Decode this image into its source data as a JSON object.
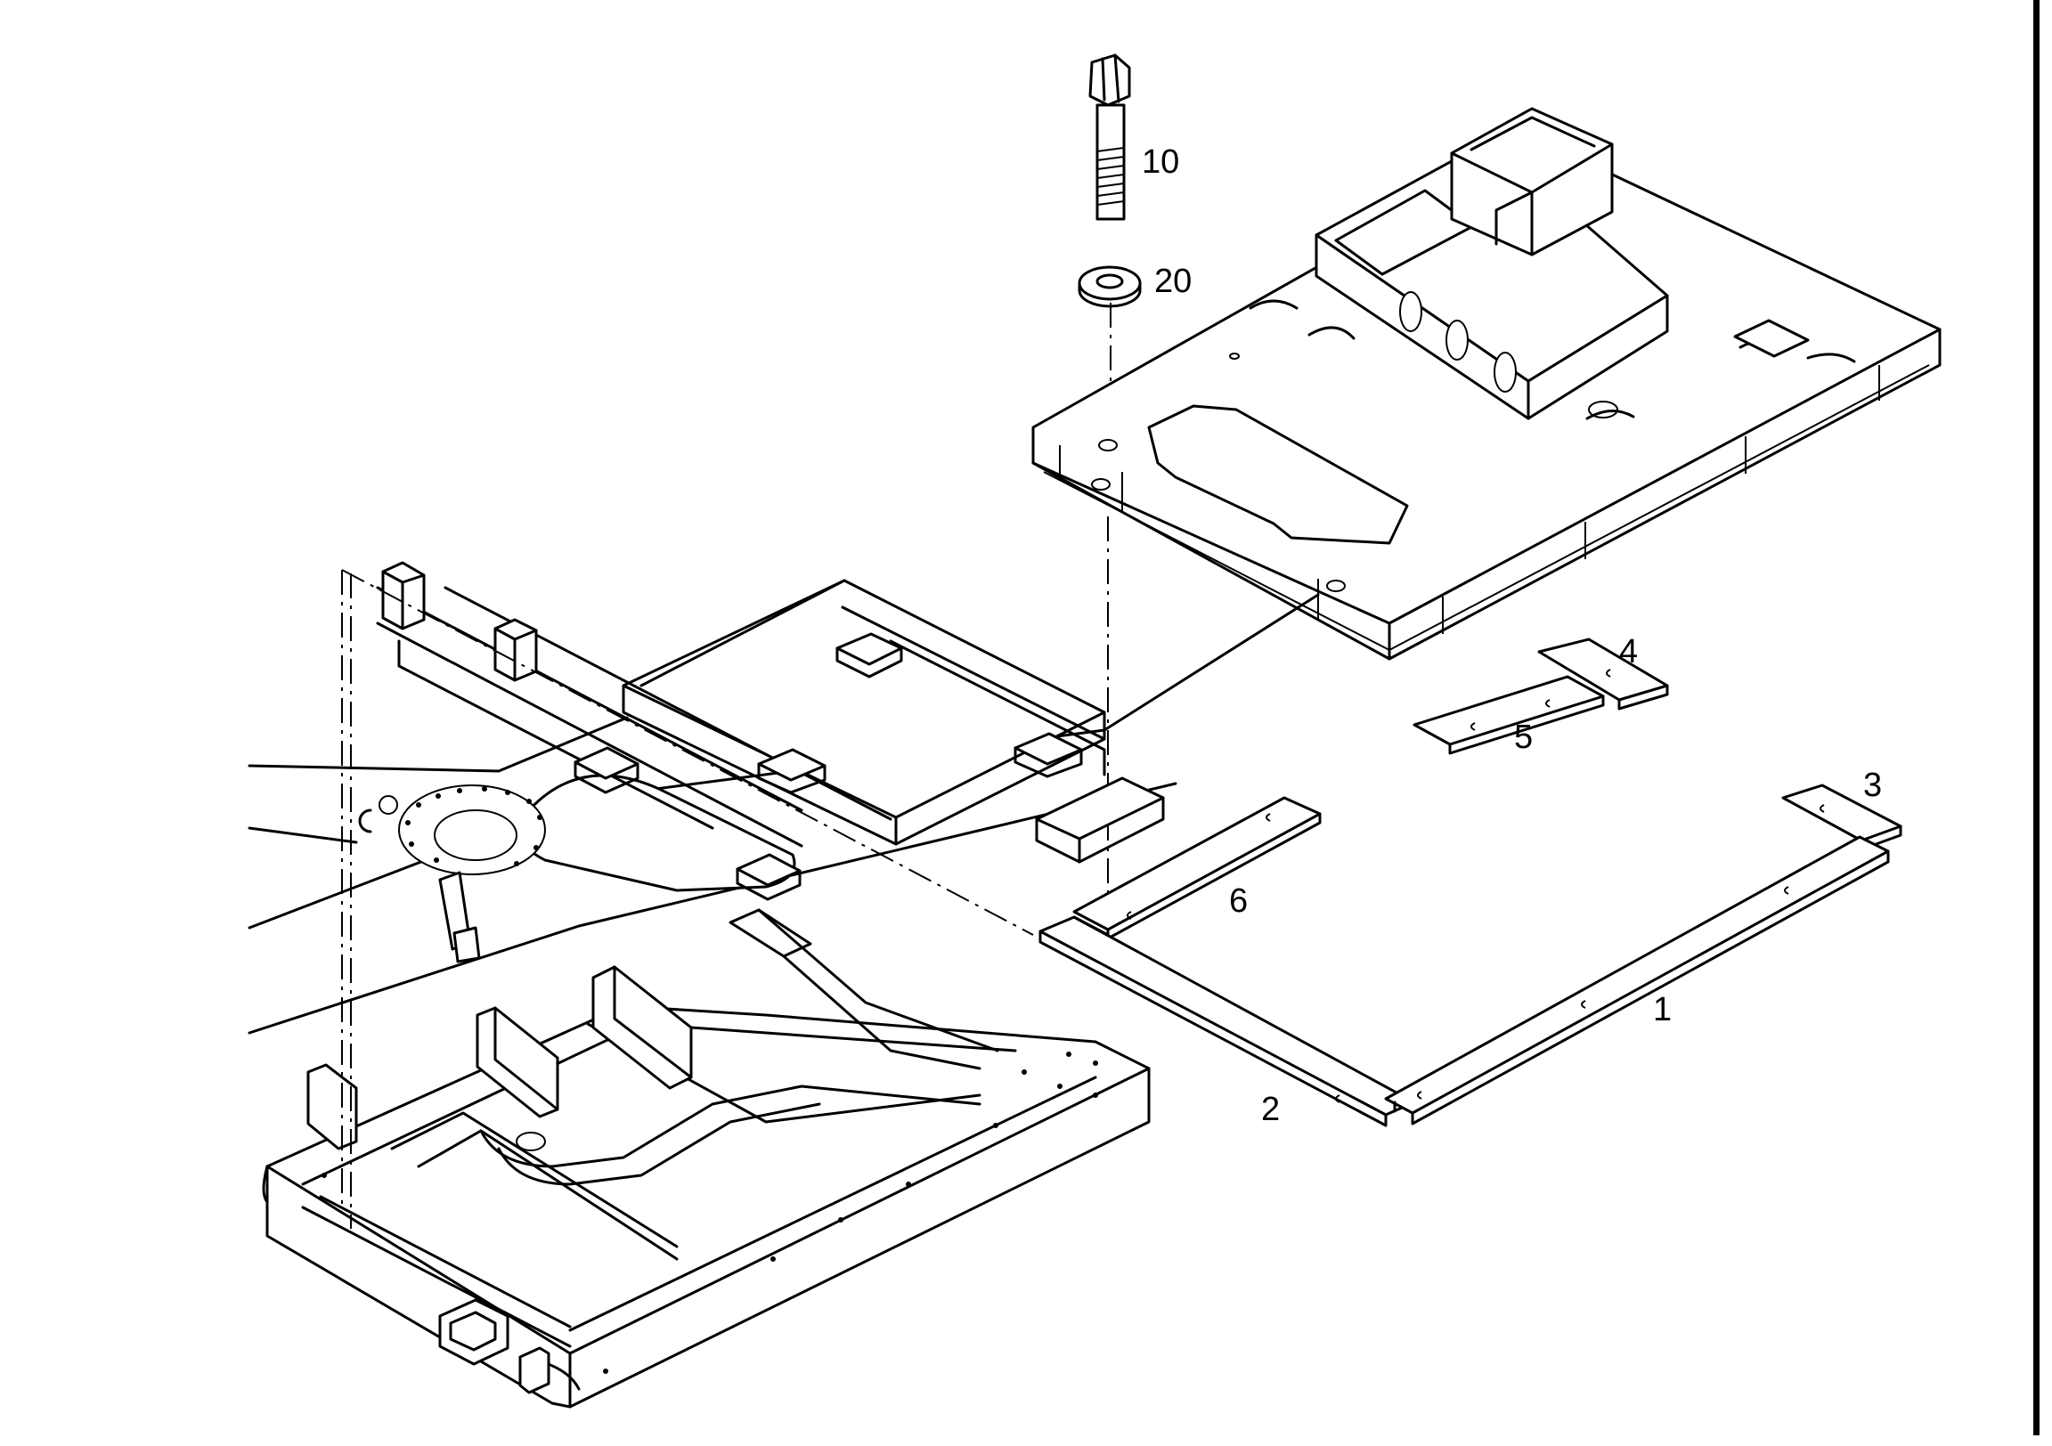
{
  "callouts": {
    "p1": "1",
    "p2": "2",
    "p3": "3",
    "p4": "4",
    "p5": "5",
    "p6": "6",
    "p10": "10",
    "p20": "20"
  },
  "colors": {
    "ink": "#000000",
    "paper": "#ffffff"
  }
}
